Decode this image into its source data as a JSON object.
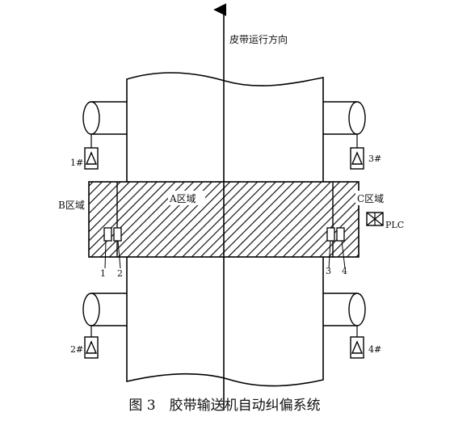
{
  "direction_label": "皮带运行方向",
  "zones": {
    "a": "A区域",
    "b": "B区域",
    "c": "C区域"
  },
  "plc_label": "PLC",
  "sensor_numbers": [
    "1",
    "2",
    "3",
    "4"
  ],
  "unit_labels": [
    "1#",
    "2#",
    "3#",
    "4#"
  ],
  "caption": "图 3　胶带输送机自动纠偏系统"
}
